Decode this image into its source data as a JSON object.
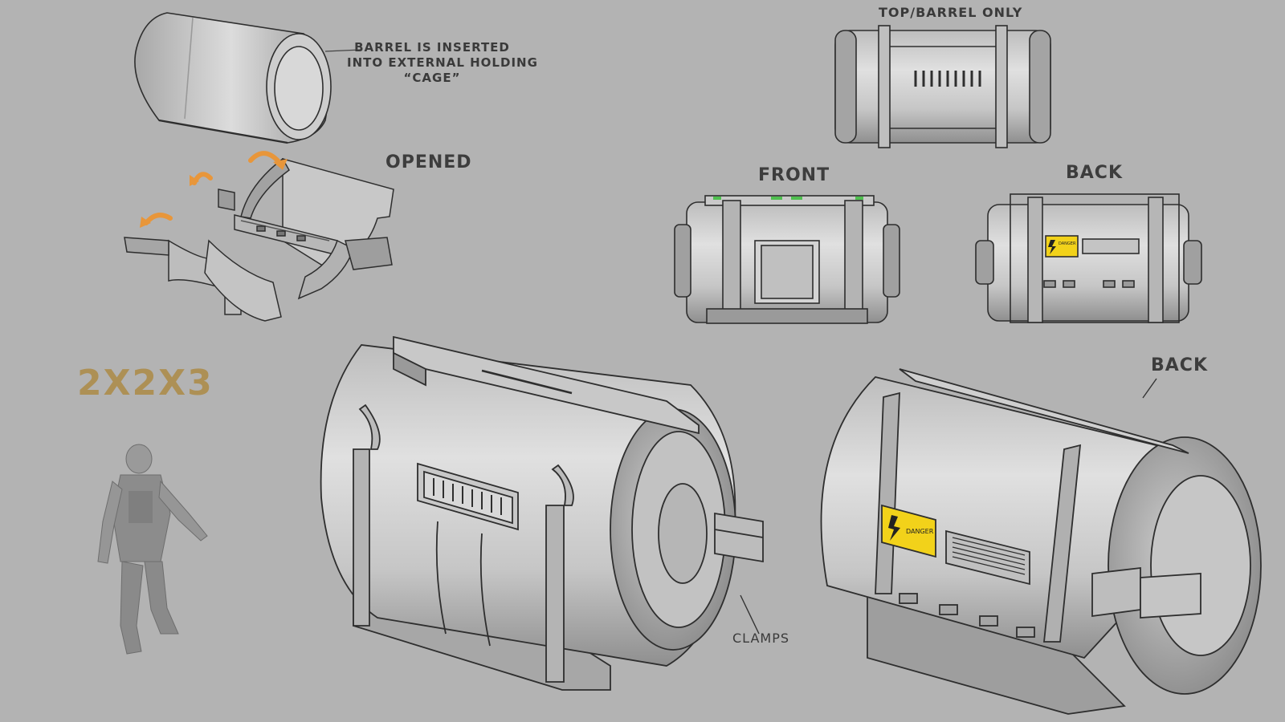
{
  "labels": {
    "note_lines": [
      "BARREL IS INSERTED",
      "INTO EXTERNAL HOLDING",
      "“CAGE”"
    ],
    "opened": "OPENED",
    "top_view": "TOP/BARREL ONLY",
    "front": "FRONT",
    "back": "BACK",
    "back_perspective": "BACK",
    "size": "2X2X3",
    "clamps": "CLAMPS",
    "danger_small": "DANGER",
    "danger_large": "DANGER"
  },
  "colors": {
    "background": "#b3b3b3",
    "metal_light": "#d2d2d2",
    "metal_mid": "#a9a9a9",
    "metal_dark": "#8a8a8a",
    "outline": "#2e2e2e",
    "arrow": "#e8963a",
    "size_text": "#ad9055",
    "warning_yellow": "#f2d21a",
    "indicator_green": "#4fbf4f"
  },
  "icons": [
    "rotate-arrow-icon",
    "warning-sign-icon",
    "leader-line",
    "human-figure"
  ]
}
